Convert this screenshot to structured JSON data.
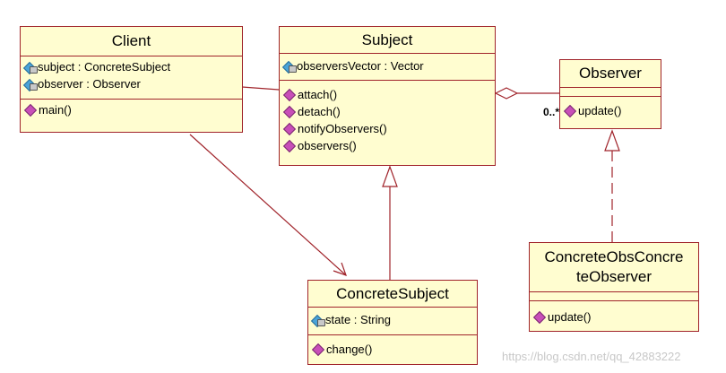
{
  "classes": {
    "client": {
      "name": "Client",
      "attributes": [
        "subject : ConcreteSubject",
        "observer : Observer"
      ],
      "operations": [
        "main()"
      ]
    },
    "subject": {
      "name": "Subject",
      "attributes": [
        "observersVector : Vector"
      ],
      "operations": [
        "attach()",
        "detach()",
        "notifyObservers()",
        "observers()"
      ]
    },
    "observer": {
      "name": "Observer",
      "attributes": [],
      "operations": [
        "update()"
      ]
    },
    "concrete_subject": {
      "name": "ConcreteSubject",
      "attributes": [
        "state : String"
      ],
      "operations": [
        "change()"
      ]
    },
    "concrete_observer": {
      "name_line1": "ConcreteObsConcre",
      "name_line2": "teObserver",
      "attributes": [],
      "operations": [
        "update()"
      ]
    }
  },
  "multiplicity": "0..*",
  "watermark": "https://blog.csdn.net/qq_42883222",
  "colors": {
    "class_fill": "#fffdd0",
    "border": "#a0232a"
  }
}
